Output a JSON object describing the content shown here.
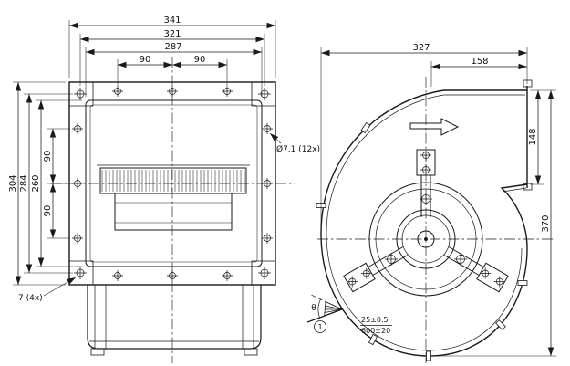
{
  "front_view": {
    "dim_overall_width": "341",
    "dim_hole_pitch_width": "321",
    "dim_opening_width": "287",
    "dim_hole_90_top_left": "90",
    "dim_hole_90_top_right": "90",
    "dim_overall_height": "304",
    "dim_hole_pitch_height": "284",
    "dim_opening_height": "260",
    "dim_hole_90_left_upper": "90",
    "dim_hole_90_left_lower": "90",
    "note_corner_holes": "7 (4x)",
    "note_flange_holes": "Ø7.1 (12x)"
  },
  "side_view": {
    "dim_overall_depth": "327",
    "dim_outlet_depth": "158",
    "dim_outlet_height": "148",
    "dim_overall_height": "370",
    "angle_symbol": "θ",
    "callout_number": "1",
    "cable_note_numerator": "25±0.5",
    "cable_note_denominator": "600±20"
  }
}
